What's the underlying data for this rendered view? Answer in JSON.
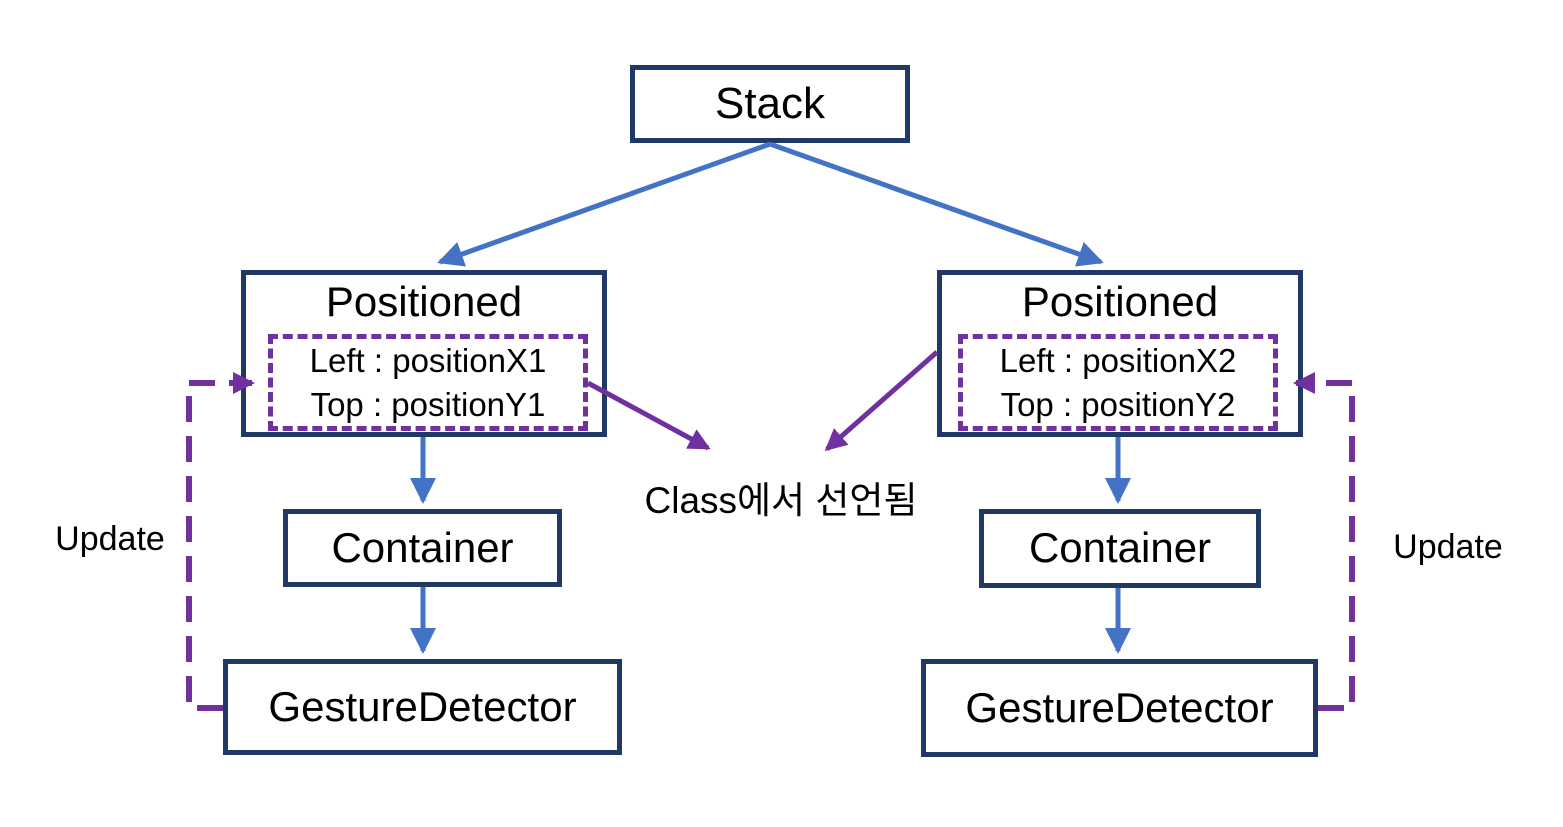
{
  "diagram": {
    "stack": {
      "label": "Stack"
    },
    "left_tree": {
      "positioned_label": "Positioned",
      "left_prop": "Left : positionX1",
      "top_prop": "Top : positionY1",
      "container_label": "Container",
      "gesture_detector_label": "GestureDetector",
      "update_label": "Update"
    },
    "right_tree": {
      "positioned_label": "Positioned",
      "left_prop": "Left : positionX2",
      "top_prop": "Top : positionY2",
      "container_label": "Container",
      "gesture_detector_label": "GestureDetector",
      "update_label": "Update"
    },
    "center_note": "Class에서 선언됨",
    "colors": {
      "box_border_navy": "#1F3864",
      "tree_arrow_blue": "#4472C4",
      "annotation_purple": "#7030A0",
      "text": "#000000",
      "background": "#FFFFFF"
    }
  }
}
